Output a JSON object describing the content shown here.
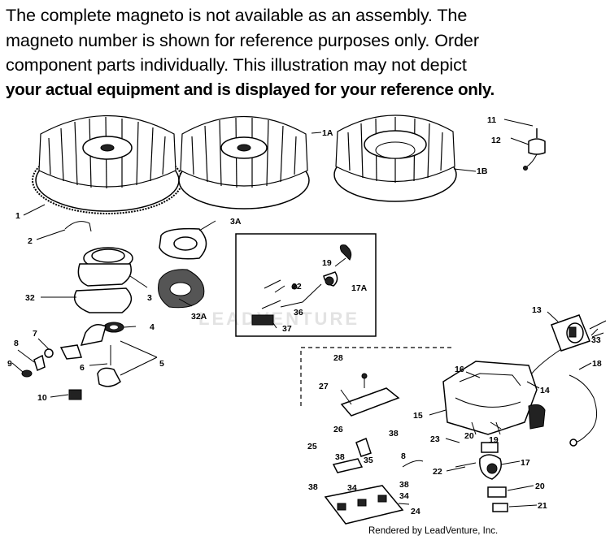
{
  "notice": {
    "line1": "The complete magneto is not available as an assembly.  The",
    "line2": "magneto number is shown for reference purposes only. Order",
    "line3": "component parts individually.  This illustration may not depict",
    "line4": "your actual equipment and is displayed for your reference only."
  },
  "watermark": "LEADVENTURE",
  "callouts": [
    "1",
    "1A",
    "1B",
    "2",
    "3",
    "3A",
    "4",
    "5",
    "6",
    "7",
    "8",
    "9",
    "10",
    "11",
    "12",
    "13",
    "14",
    "15",
    "16",
    "17",
    "17A",
    "18",
    "19",
    "19",
    "20",
    "20",
    "21",
    "22",
    "22",
    "23",
    "24",
    "25",
    "26",
    "27",
    "28",
    "32",
    "32A",
    "33",
    "34",
    "34",
    "35",
    "36",
    "37",
    "38",
    "38",
    "38",
    "38",
    "8"
  ],
  "footer": "Rendered by LeadVenture, Inc."
}
